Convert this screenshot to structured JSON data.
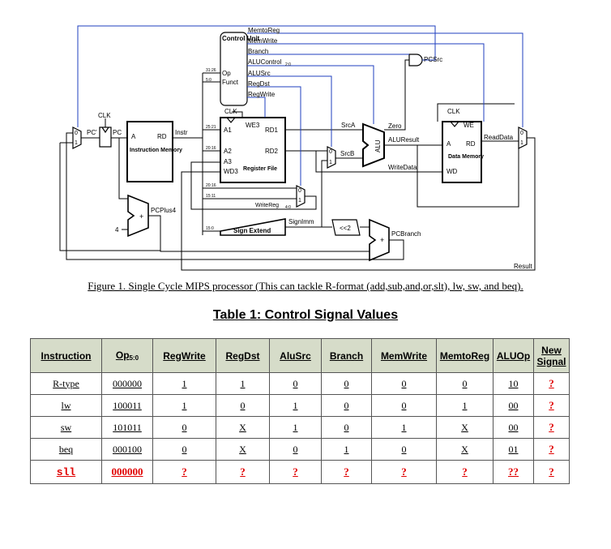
{
  "diagram": {
    "control_outputs": [
      "MemtoReg",
      "MemWrite",
      "Branch",
      "ALUControl",
      "ALUSrc",
      "RegDst",
      "RegWrite"
    ],
    "alucontrol_sub": "2:0",
    "control_unit": "Control Unit",
    "op": "Op",
    "funct": "Funct",
    "instr_bits_op": "31:26",
    "instr_bits_funct": "5:0",
    "pcsrc": "PCSrc",
    "clk": "CLK",
    "pc": "PC",
    "pc2": "PC'",
    "mux0": "0",
    "mux1": "1",
    "imem_a": "A",
    "imem_rd": "RD",
    "imem_name": "Instruction Memory",
    "instr": "Instr",
    "rf_we3": "WE3",
    "rf_a1": "A1",
    "rf_a2": "A2",
    "rf_a3": "A3",
    "rf_wd3": "WD3",
    "rf_rd1": "RD1",
    "rf_rd2": "RD2",
    "rf_name": "Register File",
    "bits_2521": "25:21",
    "bits_2016": "20:16",
    "bits_2016b": "20:16",
    "bits_1511": "15:11",
    "bits_150": "15:0",
    "writereg": "WriteReg",
    "writereg_sub": "4:0",
    "srca": "SrcA",
    "srcb": "SrcB",
    "alu": "ALU",
    "zero": "Zero",
    "aluresult": "ALUResult",
    "writedata": "WriteData",
    "dmem_we": "WE",
    "dmem_a": "A",
    "dmem_rd": "RD",
    "dmem_wd": "WD",
    "dmem_name": "Data Memory",
    "readdata": "ReadData",
    "pcplus4": "PCPlus4",
    "four": "4",
    "plus": "+",
    "signimm": "SignImm",
    "sign_extend": "Sign Extend",
    "shift2": "<<2",
    "pcbranch": "PCBranch",
    "result": "Result"
  },
  "figure_caption": "Figure 1. Single Cycle MIPS processor (This can tackle R-format (add,sub,and,or,slt), lw, sw, and beq).",
  "table_title": "Table 1: Control Signal Values",
  "table": {
    "headers": [
      "Instruction",
      "Op",
      "RegWrite",
      "RegDst",
      "AluSrc",
      "Branch",
      "MemWrite",
      "MemtoReg",
      "ALUOp",
      "New Signal"
    ],
    "op_sub": "5:0",
    "rows": [
      [
        "R-type",
        "000000",
        "1",
        "1",
        "0",
        "0",
        "0",
        "0",
        "10",
        "?"
      ],
      [
        "lw",
        "100011",
        "1",
        "0",
        "1",
        "0",
        "0",
        "1",
        "00",
        "?"
      ],
      [
        "sw",
        "101011",
        "0",
        "X",
        "1",
        "0",
        "1",
        "X",
        "00",
        "?"
      ],
      [
        "beq",
        "000100",
        "0",
        "X",
        "0",
        "1",
        "0",
        "X",
        "01",
        "?"
      ],
      [
        "sll",
        "000000",
        "?",
        "?",
        "?",
        "?",
        "?",
        "?",
        "??",
        "?"
      ]
    ]
  }
}
